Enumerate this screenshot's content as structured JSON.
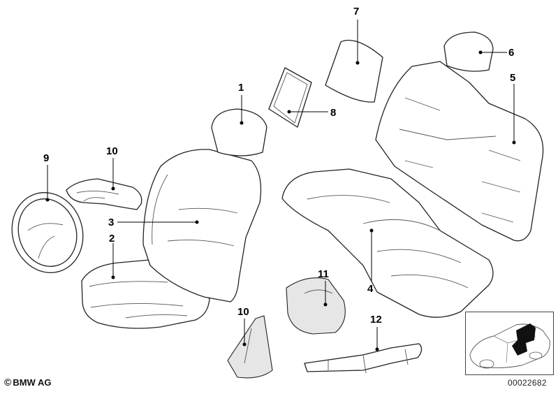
{
  "callouts": {
    "c1": "1",
    "c2": "2",
    "c3": "3",
    "c4": "4",
    "c5": "5",
    "c6": "6",
    "c7": "7",
    "c8": "8",
    "c9": "9",
    "c10a": "10",
    "c10b": "10",
    "c11": "11",
    "c12": "12"
  },
  "footer": {
    "copyright_symbol": "©",
    "copyright_text": "BMW AG",
    "diagram_id": "00022682"
  }
}
